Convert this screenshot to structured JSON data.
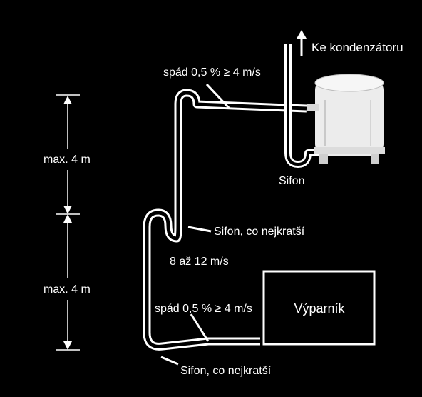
{
  "labels": {
    "to_condenser": "Ke kondenzátoru",
    "slope_top": "spád 0,5 % ≥ 4 m/s",
    "sifon_compressor": "Sifon",
    "height_upper": "max. 4 m",
    "height_lower": "max. 4 m",
    "sifon_middle": "Sifon, co nejkratší",
    "riser_velocity": "8 až 12 m/s",
    "evaporator": "Výparník",
    "slope_bottom": "spád 0,5 % ≥ 4 m/s",
    "sifon_bottom": "Sifon, co nejkratší"
  },
  "colors": {
    "background": "#000000",
    "lines": "#ffffff",
    "compressor_body": "#ececec"
  }
}
